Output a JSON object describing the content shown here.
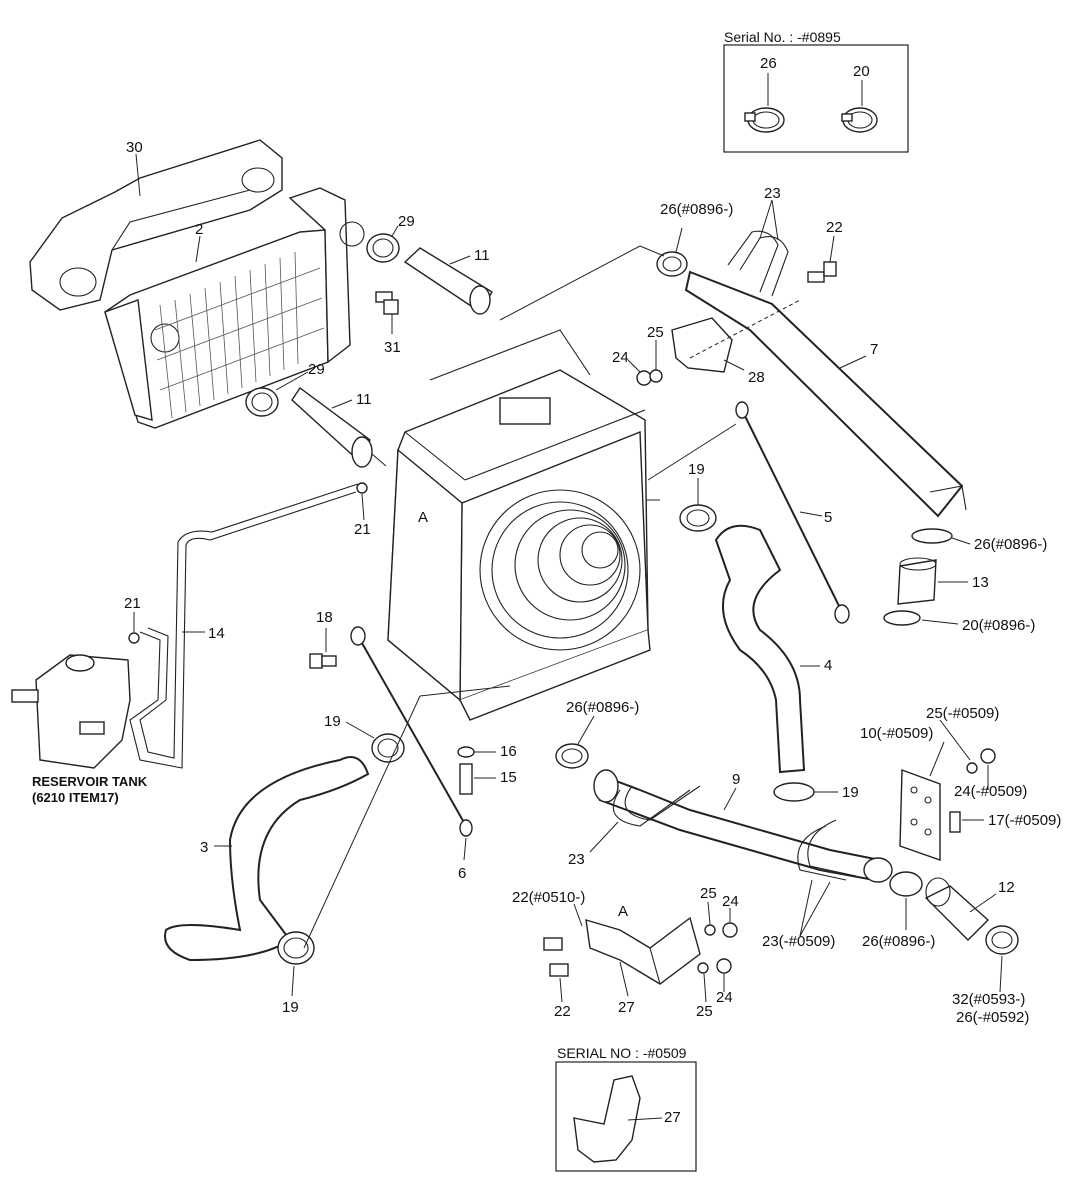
{
  "boxes": {
    "serial_top": "Serial No. : -#0895",
    "serial_bottom": "SERIAL NO : -#0509"
  },
  "reservoir": {
    "line1": "RESERVOIR TANK",
    "line2": "(6210 ITEM17)"
  },
  "callouts": {
    "c30": "30",
    "c2": "2",
    "c29a": "29",
    "c11a": "11",
    "c31": "31",
    "c29b": "29",
    "c11b": "11",
    "c26_box": "26",
    "c20_box": "20",
    "c26_top": "26(#0896-)",
    "c23_top": "23",
    "c22_top": "22",
    "c25_top": "25",
    "c24_top": "24",
    "c28": "28",
    "c7": "7",
    "c19_fan": "19",
    "c5": "5",
    "c26_right": "26(#0896-)",
    "c13": "13",
    "c20_right": "20(#0896-)",
    "c21_upper": "21",
    "c21_lower": "21",
    "c14": "14",
    "cA_upper": "A",
    "c18": "18",
    "c4": "4",
    "c19_left": "19",
    "c16": "16",
    "c15": "15",
    "c26_mid": "26(#0896-)",
    "c25_r": "25(-#0509)",
    "c10": "10(-#0509)",
    "c24_r": "24(-#0509)",
    "c9": "9",
    "c19_right": "19",
    "c17": "17(-#0509)",
    "c3": "3",
    "c6": "6",
    "c23_mid": "23",
    "c12": "12",
    "c22_bottom": "22(#0510-)",
    "cA_lower": "A",
    "c25_b1": "25",
    "c24_b1": "24",
    "c23_r": "23(-#0509)",
    "c26_r2": "26(#0896-)",
    "c22_b": "22",
    "c27": "27",
    "c25_b2": "25",
    "c24_b2": "24",
    "c19_bottom": "19",
    "c32": "32(#0593-)",
    "c26_last": "26(-#0592)",
    "c27_box": "27"
  }
}
